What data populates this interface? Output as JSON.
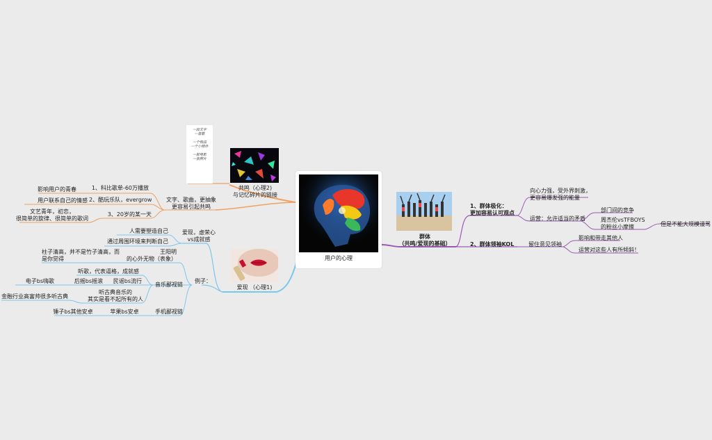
{
  "colors": {
    "orange": "#f0a060",
    "blue": "#7cc6ee",
    "purple": "#9b59b6",
    "line": "#b8b8b8"
  },
  "root": {
    "title": "用户的心理",
    "image": "brain-image"
  },
  "branches": {
    "resonance": {
      "title": "共鸣（心理2)\n与记忆碎片的链接",
      "note": "一段文字\n一首歌\n\n一个物品\n一个小物件\n\n一部电影\n一张照片",
      "hub": "文字、歌曲，更抽象\n更容易引起共鸣",
      "items": [
        {
          "label": "1、科比歌单-60万播放",
          "sub": "影响用户的青春"
        },
        {
          "label": "2、酷玩乐队，evergrow",
          "sub": "用户联系自己的情感"
        },
        {
          "label": "3、20岁的某一天",
          "sub": "文艺青年，初恋，\n很简单的旋律、很简单的歌词"
        }
      ]
    },
    "love_show": {
      "title": "爱现 （心理1)",
      "hub": "爱现，虚荣心\nvs成就感",
      "hub_items": [
        "人需要塑造自己",
        "通过周围环境来判断自己"
      ],
      "example": "例子：",
      "examples": {
        "wang": {
          "label": "王阳明\n的心外无物（表象）",
          "sub": "柱子清高，并不是竹子清高，而\n是你觉得"
        },
        "music": {
          "label": "音乐鄙视链",
          "items": [
            {
              "label": "听歌，代表逼格，成就感"
            },
            {
              "label": "民谣bs流行",
              "sub": "后摇bs摇滚",
              "sub2": "电子bs嗨歌"
            },
            {
              "label": "听古典音乐的\n其实是看不起所有的人",
              "sub": "金融行业高富帅很多听古典"
            }
          ]
        },
        "phone": {
          "label": "手机鄙视链",
          "item": "苹果bs安卓",
          "sub": "锤子bs其他安卓"
        }
      }
    },
    "group": {
      "title": "群体\n（共鸣/爱现的基础）",
      "items": {
        "polar": {
          "label": "1、群体极化：\n更加容易认可观点",
          "subs": [
            "向心力强，受外界刺激，\n更容易爆发强的能量",
            "运营：允许适当的矛盾"
          ],
          "conflicts": [
            "部门间的竞争",
            "周杰伦vsTFBOYS\n的粉丝小摩擦"
          ],
          "warn": "但是不能大规模谩骂"
        },
        "kol": {
          "label": "2、群体领袖KOL",
          "sub": "留住意见领袖",
          "subs": [
            "影响和带走其他人",
            "运营对这些人有所倾斜！"
          ]
        }
      }
    }
  }
}
